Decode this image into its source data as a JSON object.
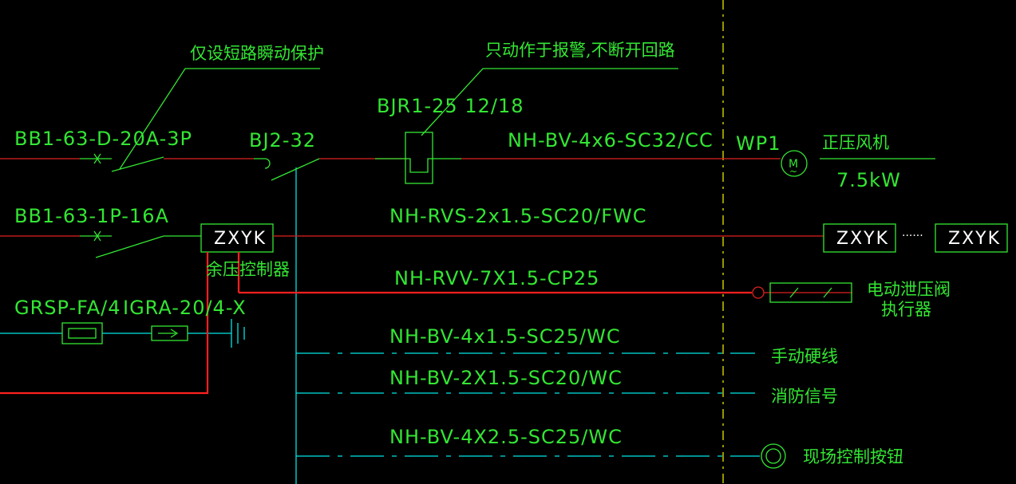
{
  "colors": {
    "background": "#000000",
    "label": "#33e633",
    "power_line": "#e02020",
    "control_line": "#00e5e5",
    "boundary_line": "#e6e600",
    "box_text": "#ffffff"
  },
  "notes": {
    "short_circuit_only": "仅设短路瞬动保护",
    "alarm_only": "只动作于报警,不断开回路"
  },
  "breakers": {
    "main": "BB1-63-D-20A-3P",
    "aux": "BB1-63-1P-16A",
    "contactor": "BJ2-32",
    "thermal_relay": "BJR1-25 12/18"
  },
  "cables": {
    "fan_feeder": "NH-BV-4x6-SC32/CC",
    "rvs": "NH-RVS-2x1.5-SC20/FWC",
    "rvv": "NH-RVV-7X1.5-CP25",
    "manual_hardwire": "NH-BV-4x1.5-SC25/WC",
    "fire_signal": "NH-BV-2X1.5-SC20/WC",
    "local_button": "NH-BV-4X2.5-SC25/WC"
  },
  "fan": {
    "circuit": "WP1",
    "name": "正压风机",
    "power": "7.5kW",
    "symbol": "M",
    "tilde": "~"
  },
  "controller": {
    "box": "ZXYK",
    "caption": "余压控制器",
    "remote_box_1": "ZXYK",
    "remote_box_2": "ZXYK",
    "ellipsis": "······"
  },
  "actuator": {
    "line1": "电动泄压阀",
    "line2": "执行器"
  },
  "protection": {
    "fuse": "GRSP-FA/4",
    "surge": "IGRA-20/4-X"
  },
  "endpoints": {
    "manual_hardwire": "手动硬线",
    "fire_signal": "消防信号",
    "local_button": "现场控制按钮"
  }
}
